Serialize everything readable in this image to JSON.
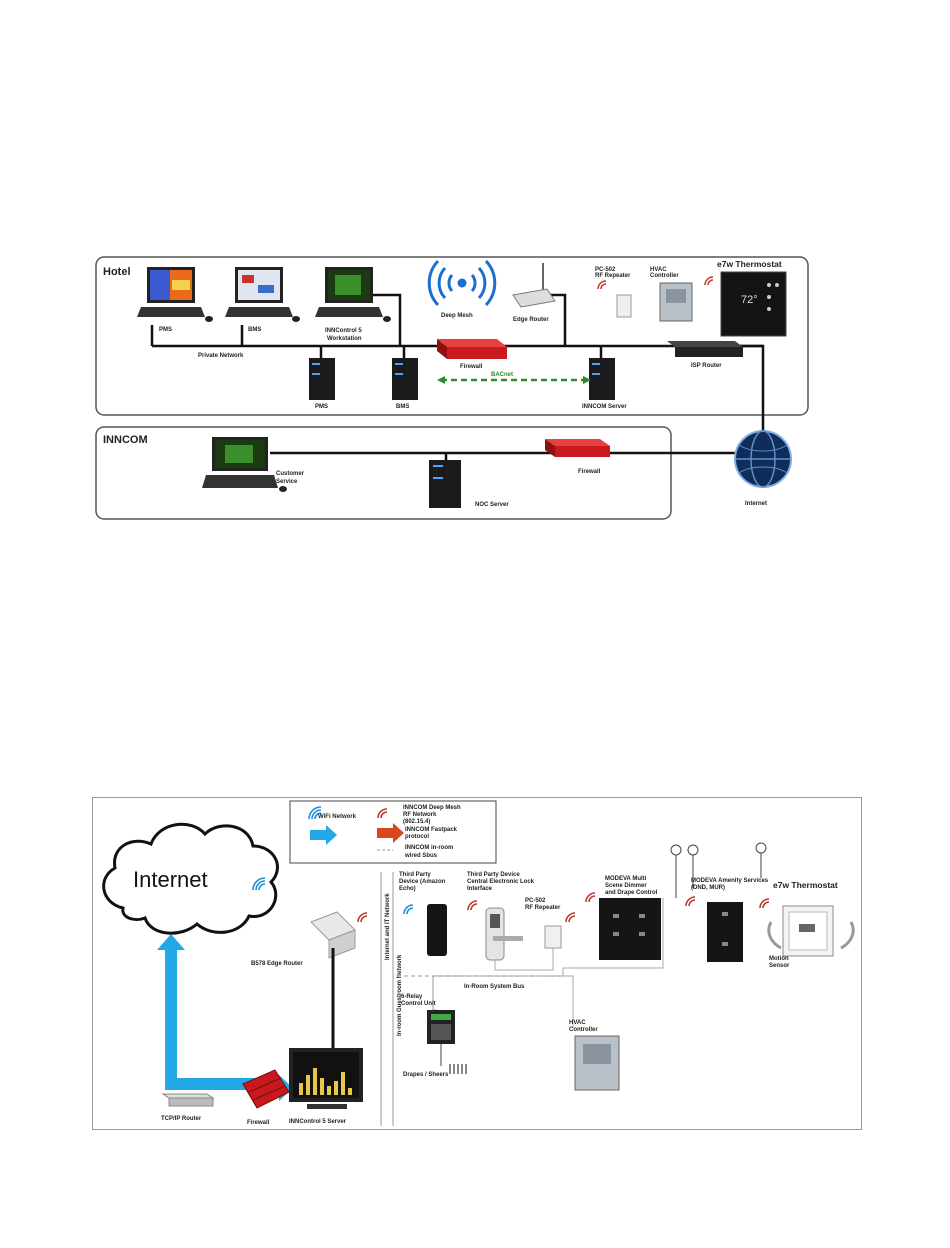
{
  "figure1": {
    "hotel_label": "Hotel",
    "inncom_label": "INNCOM",
    "pms_workstation": "PMS",
    "bms_workstation": "BMS",
    "inncontrol_workstation_line1": "INNControl 5",
    "inncontrol_workstation_line2": "Workstation",
    "private_network": "Private Network",
    "deep_mesh": "Deep Mesh",
    "edge_router": "Edge Router",
    "pc502_line1": "PC-502",
    "pc502_line2": "RF Repeater",
    "hvac_line1": "HVAC",
    "hvac_line2": "Controller",
    "thermostat": "e7w Thermostat",
    "thermostat_display": "72°",
    "firewall_hotel": "Firewall",
    "isp_router": "ISP Router",
    "pms_server": "PMS",
    "bms_server": "BMS",
    "bacnet": "BACnet",
    "inncom_server": "INNCOM Server",
    "customer_service_line1": "Customer",
    "customer_service_line2": "Service",
    "noc_server": "NOC Server",
    "firewall_inncom": "Firewall",
    "internet": "Internet"
  },
  "figure2": {
    "legend": {
      "wifi": "WiFi Network",
      "deep_mesh_line1": "INNCOM Deep Mesh",
      "deep_mesh_line2": "RF Network",
      "deep_mesh_line3": "(802.15.4)",
      "fastpack_line1": "INNCOM Fastpack",
      "fastpack_line2": "protocol",
      "wired_line1": "INNCOM in-room",
      "wired_line2": "wired Sbus"
    },
    "internet": "Internet",
    "edge_router": "B578 Edge Router",
    "tcpip_router": "TCP/IP Router",
    "firewall": "Firewall",
    "server": "INNControl 5 Server",
    "vertical_label_1": "Internet and IT Network",
    "vertical_label_2": "In-room Guestroom Network",
    "third_party_echo_line1": "Third Party",
    "third_party_echo_line2": "Device (Amazon",
    "third_party_echo_line3": "Echo)",
    "third_party_lock_line1": "Third Party Device",
    "third_party_lock_line2": "Central Electronic Lock",
    "third_party_lock_line3": "Interface",
    "pc502_line1": "PC-502",
    "pc502_line2": "RF Repeater",
    "modeva_dimmer_line1": "MODEVA Multi",
    "modeva_dimmer_line2": "Scene Dimmer",
    "modeva_dimmer_line3": "and Drape Control",
    "modeva_amenity_line1": "MODEVA Amenity Services",
    "modeva_amenity_line2": "(DND, MUR)",
    "thermostat": "e7w Thermostat",
    "motion_sensor_line1": "Motion",
    "motion_sensor_line2": "Sensor",
    "system_bus": "In-Room System Bus",
    "relay_line1": "6-Relay",
    "relay_line2": "Control Unit",
    "drapes": "Drapes / Sheers",
    "hvac_line1": "HVAC",
    "hvac_line2": "Controller"
  },
  "colors": {
    "firewall_red": "#c8191e",
    "arrow_blue": "#22a8e6",
    "bacnet_green": "#2e8b2e",
    "signal_red": "#c0392b",
    "wifi_blue": "#1a8fd8",
    "device_black": "#151515"
  }
}
